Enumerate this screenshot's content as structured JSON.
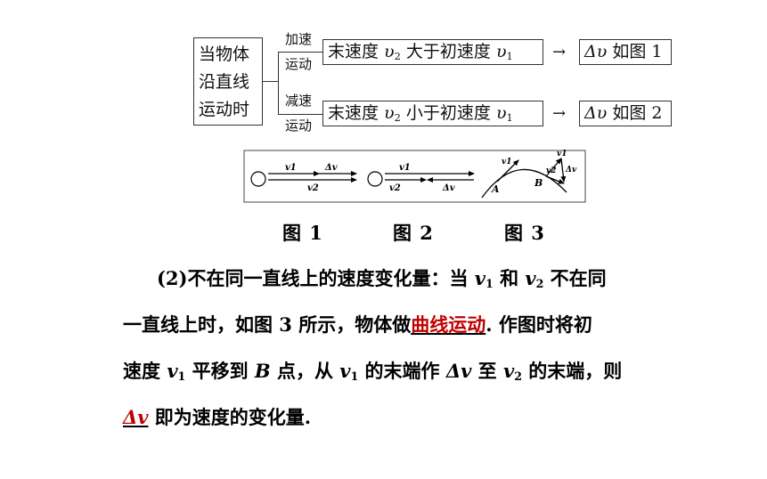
{
  "diagram": {
    "condition_lines": [
      "当物体",
      "沿直线",
      "运动时"
    ],
    "accel_top": "加速",
    "accel_bottom": "运动",
    "decel_top": "减速",
    "decel_bottom": "运动",
    "accel_box_pre": "末速度 ",
    "accel_v2": "υ",
    "accel_v2_sub": "2",
    "accel_box_mid": " 大于初速度 ",
    "accel_v1": "υ",
    "accel_v1_sub": "1",
    "decel_box_pre": "末速度 ",
    "decel_v2": "υ",
    "decel_v2_sub": "2",
    "decel_box_mid": " 小于初速度 ",
    "decel_v1": "υ",
    "decel_v1_sub": "1",
    "result1_delta": "Δυ",
    "result1_text": " 如图 1",
    "result2_delta": "Δυ",
    "result2_text": " 如图 2",
    "arrow_glyph": "→"
  },
  "figures": {
    "f1_v1": "v1",
    "f1_dv": "Δv",
    "f1_v2": "v2",
    "f2_v1": "v1",
    "f2_v2": "v2",
    "f2_dv": "Δv",
    "f3_v1a": "v1",
    "f3_A": "A",
    "f3_B": "B",
    "f3_v1b": "v1",
    "f3_v2": "v2",
    "f3_dv": "Δv",
    "label1": "图 1",
    "label2": "图 2",
    "label3": "图 3"
  },
  "text": {
    "p1_a": "(2)不在同一直线上的速度变化量：当 ",
    "p1_v1": "v",
    "p1_v1_sub": "1",
    "p1_b": " 和 ",
    "p1_v2": "v",
    "p1_v2_sub": "2",
    "p1_c": " 不在同",
    "p2_a": "一直线上时，如图 3 所示，物体做",
    "p2_red": "曲线运动",
    "p2_b": ". 作图时将初",
    "p3_a": "速度 ",
    "p3_v1": "v",
    "p3_v1_sub": "1",
    "p3_b": " 平移到 ",
    "p3_B": "B",
    "p3_c": " 点，从 ",
    "p3_v1b": "v",
    "p3_v1b_sub": "1",
    "p3_d": " 的末端作 ",
    "p3_dv": "Δv",
    "p3_e": " 至 ",
    "p3_v2": "v",
    "p3_v2_sub": "2",
    "p3_f": " 的末端，则",
    "p4_red": "Δv",
    "p4_a": " 即为速度的变化量."
  }
}
